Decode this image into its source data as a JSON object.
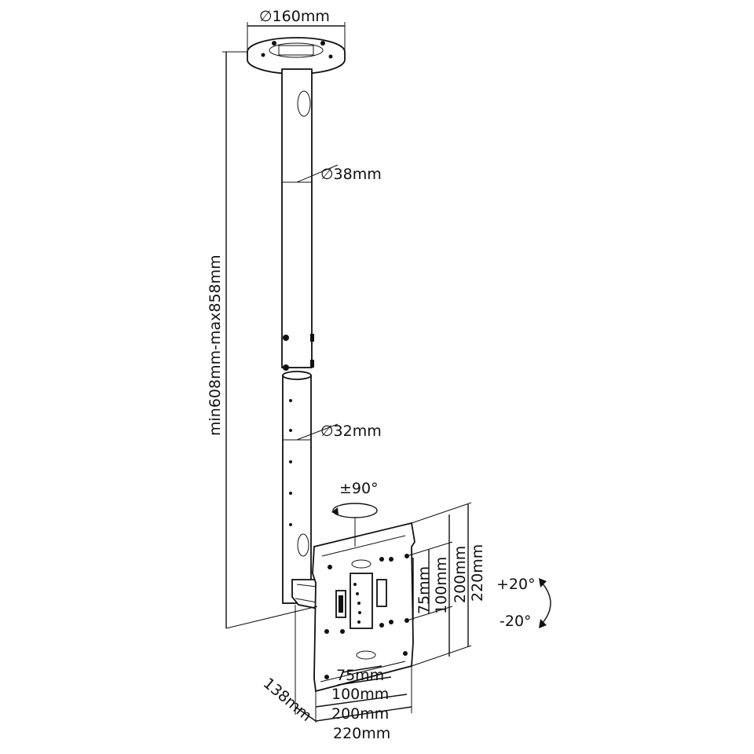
{
  "diagram": {
    "type": "ceiling TV mount dimension drawing",
    "line_color": "#111111",
    "background": "#ffffff"
  },
  "labels": {
    "ceiling_plate_diameter": "∅160mm",
    "upper_tube_diameter": "∅38mm",
    "lower_tube_diameter": "∅32mm",
    "height_range": "min608mm-max858mm",
    "swivel": "±90°",
    "tilt_up": "+20°",
    "tilt_down": "-20°",
    "depth": "138mm",
    "vesa_h": [
      "75mm",
      "100mm",
      "200mm",
      "220mm"
    ],
    "vesa_v": [
      "75mm",
      "100mm",
      "200mm",
      "220mm"
    ]
  }
}
